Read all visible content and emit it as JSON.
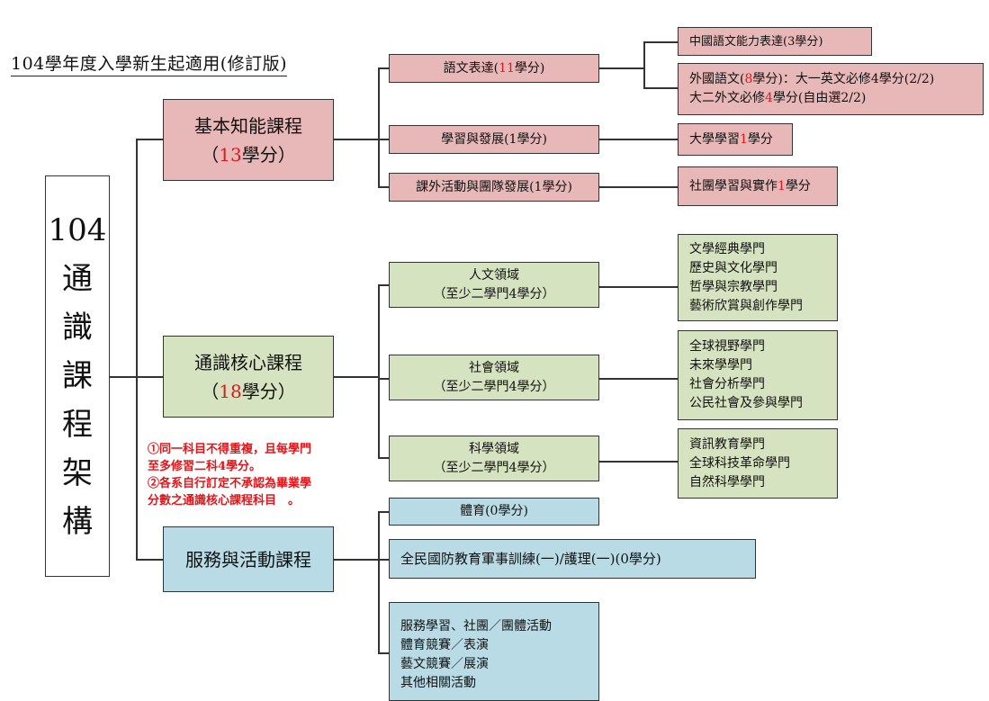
{
  "title": "104學年度入學新生起適用(修訂版)",
  "root": {
    "lines": [
      "104",
      "通",
      "識",
      "課",
      "程",
      "架",
      "構"
    ]
  },
  "categories": {
    "basic": {
      "name": "基本知能課程",
      "credit_pre": "（",
      "credit_num": "13",
      "credit_post": "學分）"
    },
    "core": {
      "name": "通識核心課程",
      "credit_pre": "（",
      "credit_num": "18",
      "credit_post": "學分）"
    },
    "service": {
      "name": "服務與活動課程"
    }
  },
  "basic_children": {
    "language": {
      "pre": "語文表達(",
      "num": "11",
      "post": "學分)"
    },
    "learning": {
      "label": "學習與發展(1學分)"
    },
    "extracurricular": {
      "label": "課外活動與團隊發展(1學分)"
    }
  },
  "basic_leaves": {
    "chinese": {
      "label": "中國語文能力表達(3學分)"
    },
    "foreign": {
      "l1_pre": "外國語文(",
      "l1_num": "8",
      "l1_post": "學分)：大一英文必修4學分(2/2)",
      "l2_pre": "大二外文必修",
      "l2_num": "4",
      "l2_post": "學分(自由選2/2)"
    },
    "freshman": {
      "pre": "大學學習",
      "num": "1",
      "post": "學分"
    },
    "club": {
      "pre": "社團學習與實作",
      "num": "1",
      "post": "學分"
    }
  },
  "core_children": [
    {
      "name": "人文領域",
      "req": "（至少二學門4學分）"
    },
    {
      "name": "社會領域",
      "req": "（至少二學門4學分）"
    },
    {
      "name": "科學領域",
      "req": "（至少二學門4學分）"
    }
  ],
  "core_leaves": [
    [
      "文學經典學門",
      "歷史與文化學門",
      "哲學與宗教學門",
      "藝術欣賞與創作學門"
    ],
    [
      "全球視野學門",
      "未來學學門",
      "社會分析學門",
      "公民社會及參與學門"
    ],
    [
      "資訊教育學門",
      "全球科技革命學門",
      "自然科學學門"
    ]
  ],
  "notes": [
    "①同一科目不得重複，且每學門",
    "至多修習二科4學分。",
    "②各系自行訂定不承認為畢業學",
    "分數之通識核心課程科目　。"
  ],
  "service_children": {
    "pe": {
      "label": "體育(0學分)"
    },
    "defense": {
      "label": "全民國防教育軍事訓練(一)/護理(一)(0學分)"
    },
    "activities": [
      "服務學習、社團／團體活動",
      "體育競賽／表演",
      "藝文競賽／展演",
      "其他相關活動"
    ]
  },
  "colors": {
    "basic": "#e8b8b8",
    "core": "#d6e3c0",
    "service": "#b9dbe6",
    "highlight": "#e0161b"
  }
}
